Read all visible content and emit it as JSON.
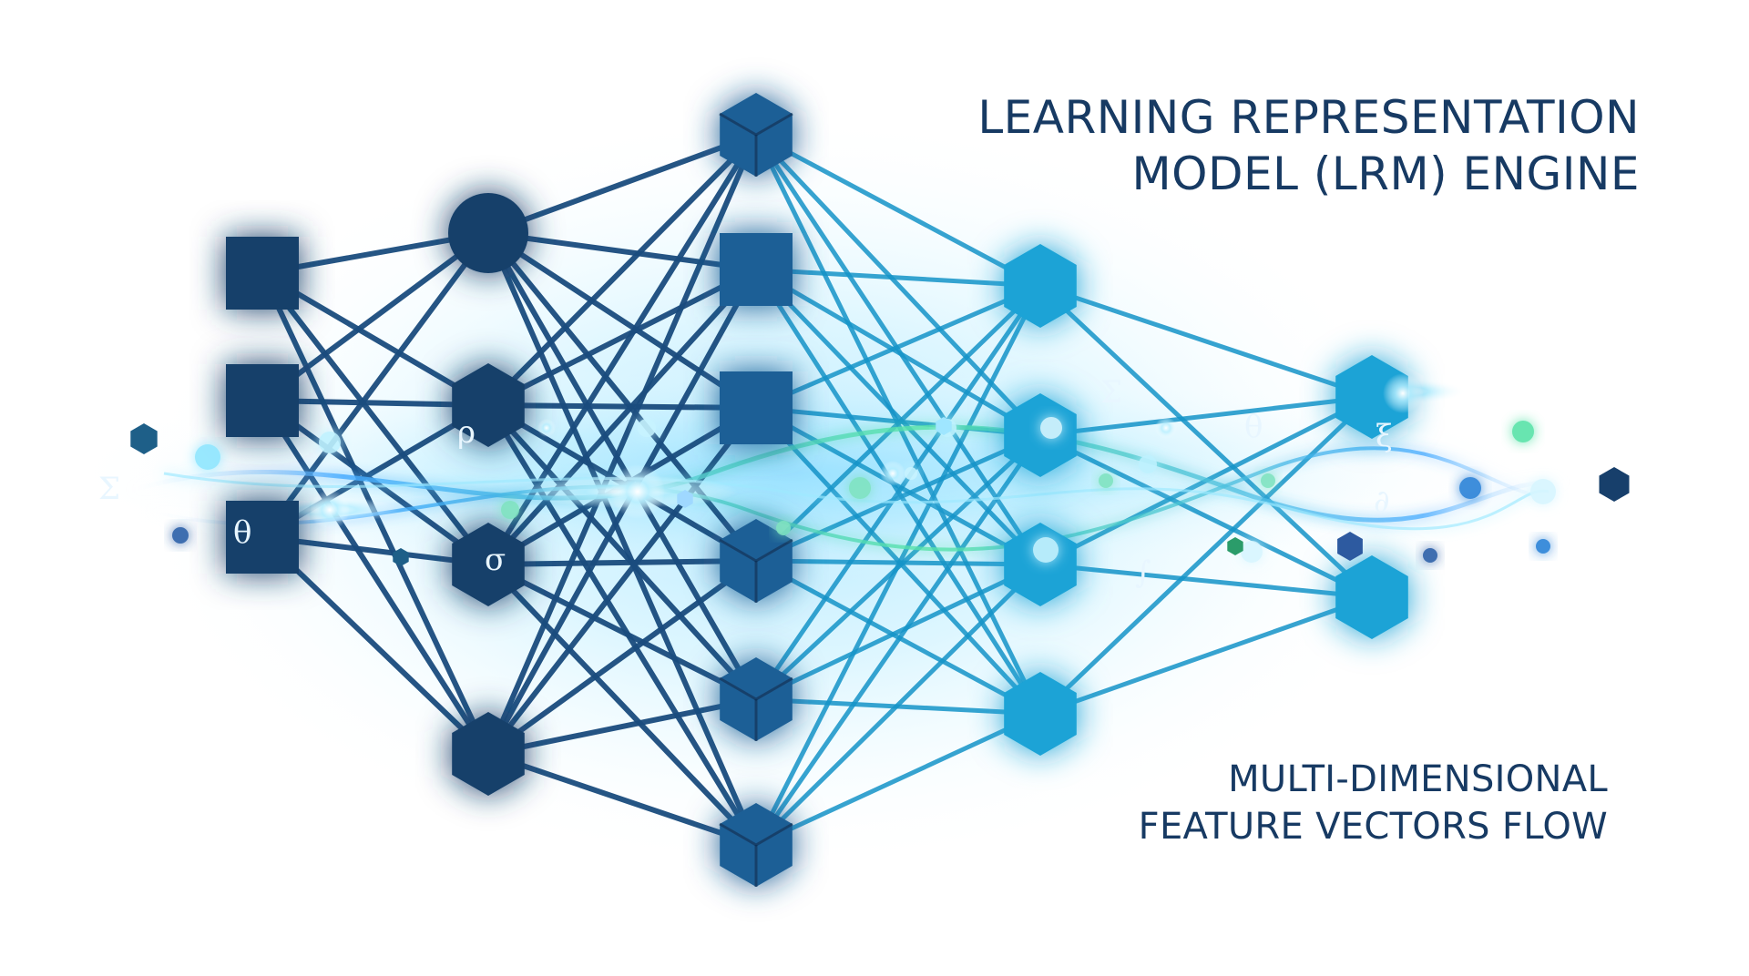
{
  "header": {
    "title_lines": [
      "LEARNING REPRESENTATION",
      "MODEL (LRM) ENGINE"
    ]
  },
  "footer": {
    "subtitle_lines": [
      "MULTI-DIMENSIONAL",
      "FEATURE VECTORS FLOW"
    ]
  },
  "diagram": {
    "glyphs": [
      "Σ",
      "θ",
      "σ",
      "ρ",
      "∫",
      "ξ",
      "Σ",
      "θ",
      "∂"
    ],
    "colors": {
      "dark_node": "#173f6b",
      "mid_node": "#1f5f96",
      "light_node": "#1aa3d6",
      "edge_dark": "#1a4c7e",
      "edge_light": "#1594c8",
      "glow": "#5fe0ff",
      "flow_green": "#58e3a8",
      "flow_blue": "#3ea6ff"
    }
  }
}
